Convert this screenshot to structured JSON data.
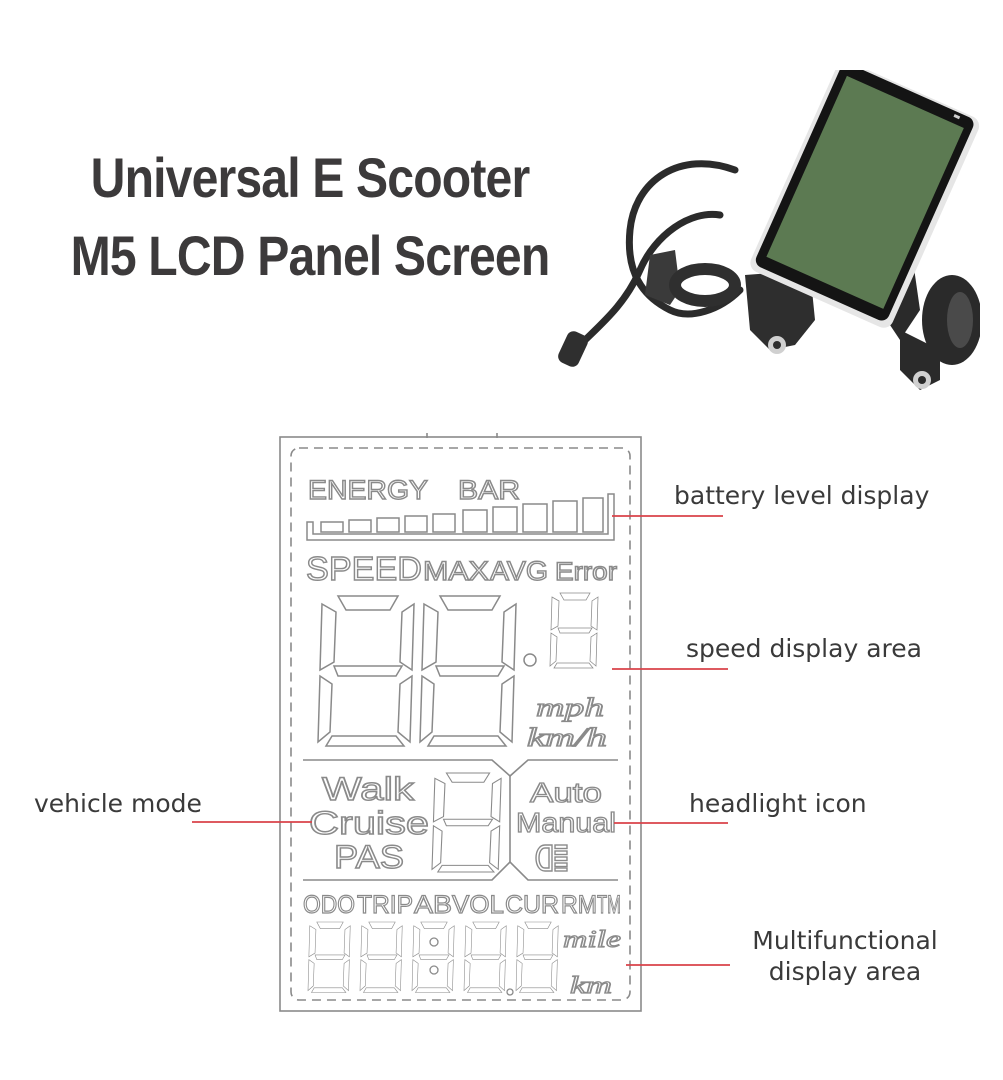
{
  "title": {
    "line1": "Universal E Scooter",
    "line2": "M5 LCD Panel Screen",
    "color": "#3c3a3b"
  },
  "product_photo": {
    "description": "M5 LCD display unit mounted on handlebar clamp with cable",
    "screen_color": "#5c7a52",
    "bezel_color": "#e6e6e6",
    "body_color": "#2a2a2a"
  },
  "lcd_diagram": {
    "line_color": "#8a8a8a",
    "energy_bar": {
      "labels": [
        "ENERGY",
        "BAR"
      ],
      "segments": 10
    },
    "speed_labels": [
      "SPEED",
      "MAX",
      "AVG",
      "Error"
    ],
    "speed_digits": "88.8",
    "speed_units": [
      "mph",
      "km/h"
    ],
    "mode_labels": [
      "Walk",
      "Cruise",
      "PAS"
    ],
    "mode_digit": "8",
    "light_labels": [
      "Auto",
      "Manual"
    ],
    "headlight_icon": "headlight-icon",
    "function_labels": [
      "ODO",
      "TRIP",
      "AB",
      "VOL",
      "CUR",
      "RM",
      "TM"
    ],
    "function_digits": "8888.8",
    "function_units": [
      "mile",
      "km"
    ]
  },
  "callouts": {
    "battery": "battery level display",
    "speed": "speed display area",
    "vehicle_mode": "vehicle mode",
    "headlight": "headlight icon",
    "multifunction_line1": "Multifunctional",
    "multifunction_line2": "display area",
    "line_color": "#d9434a"
  }
}
